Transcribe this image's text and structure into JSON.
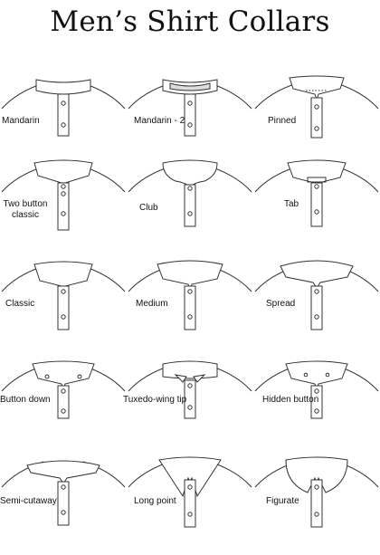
{
  "title": "Men’s Shirt Collars",
  "collars": [
    {
      "label": "Mandarin",
      "style": "mandarin"
    },
    {
      "label": "Mandarin - 2",
      "style": "mandarin2"
    },
    {
      "label": "Pinned",
      "style": "pinned"
    },
    {
      "label": "Two button classic",
      "style": "twobutton"
    },
    {
      "label": "Club",
      "style": "club"
    },
    {
      "label": "Tab",
      "style": "tab"
    },
    {
      "label": "Classic",
      "style": "classic"
    },
    {
      "label": "Medium",
      "style": "medium"
    },
    {
      "label": "Spread",
      "style": "spread"
    },
    {
      "label": "Button down",
      "style": "buttondown"
    },
    {
      "label": "Tuxedo-wing tip",
      "style": "tuxedo"
    },
    {
      "label": "Hidden button",
      "style": "hidden"
    },
    {
      "label": "Semi-cutaway",
      "style": "semicutaway"
    },
    {
      "label": "Long point",
      "style": "longpoint"
    },
    {
      "label": "Figurate",
      "style": "figurate"
    }
  ]
}
